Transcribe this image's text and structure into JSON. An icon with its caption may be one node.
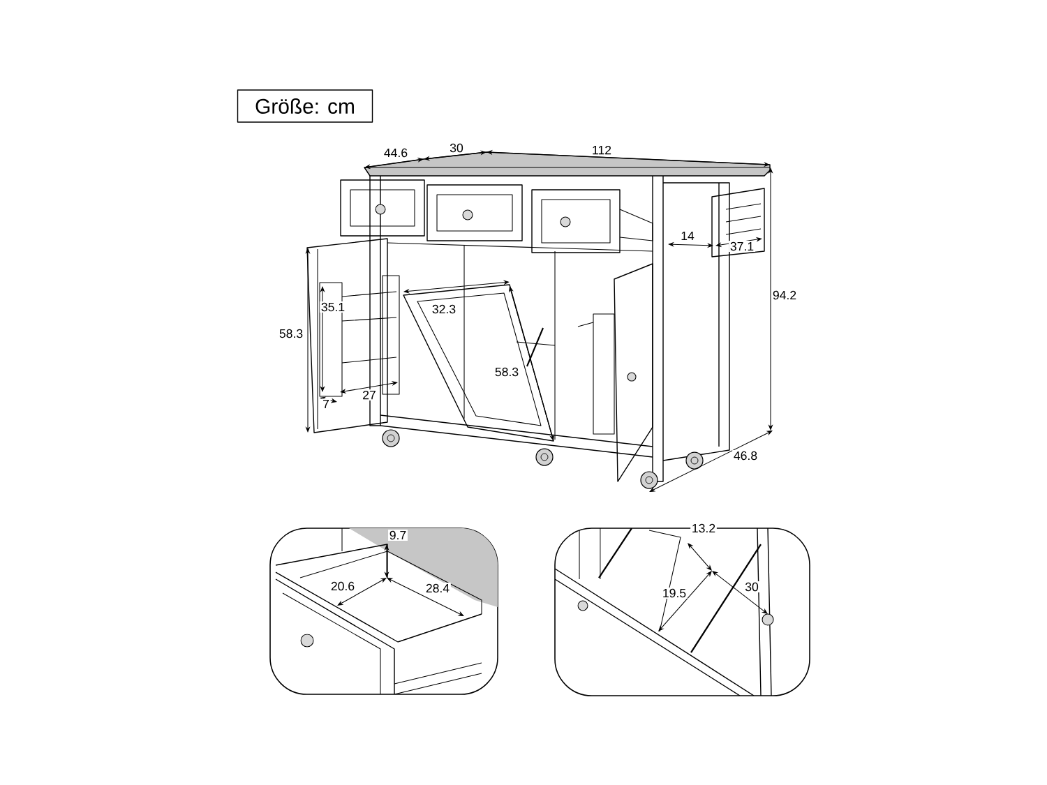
{
  "diagram": {
    "nodes": [
      {
        "text": [
          "Größe: cm"
        ]
      }
    ],
    "labels": [
      "44.6",
      "30",
      "112",
      "14",
      "37.1",
      "94.2",
      "32.3",
      "35.1",
      "58.3",
      "58.3",
      "7",
      "27",
      "46.8",
      "9.7",
      "20.6",
      "28.4",
      "13.2",
      "19.5",
      "30"
    ]
  }
}
